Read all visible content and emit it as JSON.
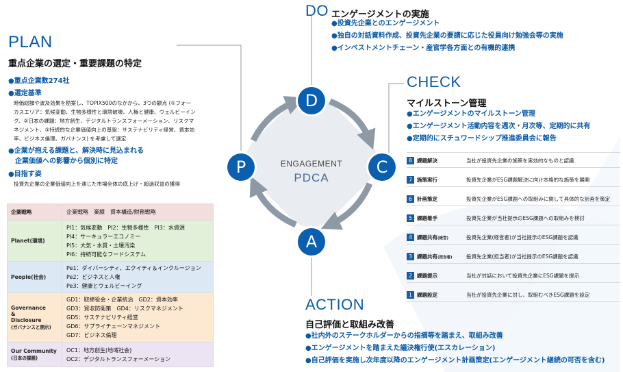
{
  "plan": {
    "title": "PLAN",
    "subtitle": "重点企業の選定・重要課題の特定",
    "b1": "●重点企業数274社",
    "b2": "●選定基準",
    "criteria": [
      "時価総額や波及効果を勘案し、TOPIX500のなかから、3つの観点 (①フォー",
      "カスエリア：気候変動、生物多様性と環境破壊、人権と健康、ウェルビーイン",
      "グ、②日本の課題：地方創生、デジタルトランスフォーメーション、リスクマ",
      "ネジメント、③持続的な企業価値向上の基盤：サステナビリティ経営、資本効",
      "率、ビジネス倫理、ガバナンス) を考慮して選定"
    ],
    "b3": [
      "●企業が抱える課題と、解決時に見込まれる",
      "　企業価値への影響から個別に特定"
    ],
    "b4": "●目指す姿",
    "goal": "投資先企業の企業価値向上を通じた市場全体の底上げ・超過収益の獲得"
  },
  "table": {
    "header": {
      "cat": "企業戦略",
      "items": "企業戦略　業績　資本構造/財務戦略"
    },
    "rows": [
      {
        "cat": "Planet(環境)",
        "items": [
          "PI1：気候変動　PI2：生物多様性　PI3：水資源",
          "PI4：サーキュラーエコノミー",
          "PI5：大気・水質・土壌汚染",
          "PI6：持続可能なフードシステム"
        ]
      },
      {
        "cat": "People(社会)",
        "items": [
          "Pe1：ダイバーシティ、エクイティ＆インクルージョン",
          "Pe2：ビジネスと人権",
          "Pe3：健康とウェルビーイング"
        ]
      },
      {
        "cat": "Governance & Disclosure (ガバナンスと開示)",
        "cat_lines": [
          "Governance",
          "&",
          "Disclosure",
          "(ガバナンスと開示)"
        ],
        "items": [
          "GD1：取締役会・企業統治　GD2：資本効率",
          "GD3：買収防衛策　GD4：リスクマネジメント",
          "GD5：サステナビリティ経営",
          "GD6：サプライチェーンマネジメント",
          "GD7：ビジネス倫理"
        ]
      },
      {
        "cat": "Our Community (日本の課題)",
        "cat_lines": [
          "Our Community",
          "(日本の課題)"
        ],
        "items": [
          "OC1：地方創生(地域社会)",
          "OC2：デジタルトランスフォーメーション"
        ]
      }
    ]
  },
  "do": {
    "title": "DO",
    "subtitle": "エンゲージメントの実施",
    "bullets": [
      "●投資先企業とのエンゲージメント",
      "●独自の対話資料作成、投資先企業の要請に応じた役員向け勉強会等の実施",
      "●インベストメントチェーン・産官学各方面との有機的連携"
    ]
  },
  "check": {
    "title": "CHECK",
    "subtitle": "マイルストーン管理",
    "bullets": [
      "●エンゲージメントのマイルストーン管理",
      "●エンゲージメント活動内容を週次・月次等、定期的に共有",
      "●定期的にスチュワードシップ推進委員会に報告"
    ]
  },
  "action": {
    "title": "ACTION",
    "subtitle": "自己評価と取組み改善",
    "bullets": [
      "●社内外のステークホルダーからの指摘等を踏まえ、取組み改善",
      "●エンゲージメントを踏まえた議決権行使(エスカレーション)",
      "●自己評価を実施し次年度以降のエンゲージメント計画策定(エンゲージメント継続の可否を含む)"
    ]
  },
  "center": {
    "line1": "ENGAGEMENT",
    "line2": "PDCA"
  },
  "circles": {
    "p": "P",
    "d": "D",
    "c": "C",
    "a": "A"
  },
  "steps": [
    {
      "n": "8",
      "label": "課題解決",
      "desc": "当社が投資先企業の施策を実効的なものと認識"
    },
    {
      "n": "7",
      "label": "施策実行",
      "desc": "投資先企業がESG課題解決に向け本格的な施策を展開"
    },
    {
      "n": "6",
      "label": "計画策定",
      "desc": "投資先企業がESG課題への取組みに関して具体的な計画を策定"
    },
    {
      "n": "5",
      "label": "課題着手",
      "desc": "投資先企業が当社提示のESG課題への取組みを検討"
    },
    {
      "n": "4",
      "label": "課題共有",
      "label_small": "(経営)",
      "desc": "投資先企業(経営者)が当社提示のESG課題を認識"
    },
    {
      "n": "3",
      "label": "課題共有",
      "label_small": "(担当者)",
      "desc": "投資先企業(担当者)が当社提示のESG課題を認識"
    },
    {
      "n": "2",
      "label": "課題提示",
      "desc": "当社が対話において投資先企業にESG課題を提示"
    },
    {
      "n": "1",
      "label": "課題設定",
      "desc": "当社が投資先企業に対し、取組むべきESG課題を設定"
    }
  ],
  "colors": {
    "accent": "#0b5fb0",
    "header_row": "#f3dede",
    "planet": "#e2f0d9",
    "people": "#dde8f5",
    "governance": "#fde9d2",
    "community": "#ece4f3"
  }
}
